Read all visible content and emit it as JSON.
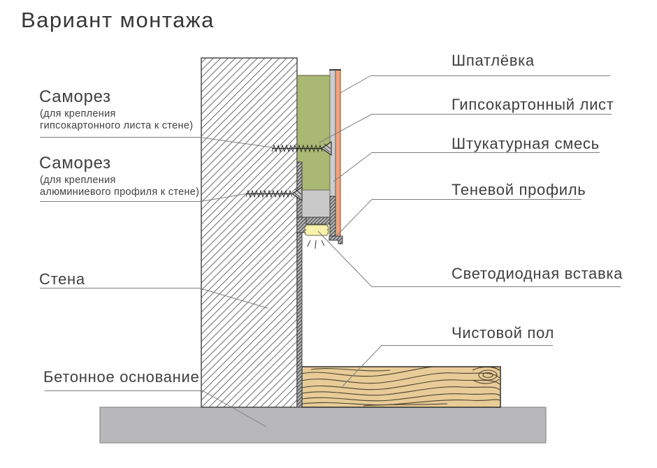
{
  "title": "Вариант монтажа",
  "colors": {
    "drywall_green": "#a9b873",
    "plaster_gray": "#cdcdcd",
    "putty_orange": "#f2a47e",
    "profile_gray": "#c9c9c9",
    "led_yellow": "#f9f2ac",
    "wood_tan": "#e8cc98",
    "concrete_gray": "#b8b8ba",
    "leader_line": "#7d7d7d",
    "text": "#3f3f3f"
  },
  "annotations": {
    "left": [
      {
        "label": "Саморез",
        "note_lines": [
          "(для крепления",
          "гипсокартонного листа к стене)"
        ]
      },
      {
        "label": "Саморез",
        "note_lines": [
          "(для крепления",
          "алюминиевого профиля к стене)"
        ]
      },
      {
        "label": "Стена",
        "note_lines": []
      },
      {
        "label": "Бетонное основание",
        "note_lines": []
      }
    ],
    "right": [
      {
        "label": "Шпатлёвка"
      },
      {
        "label": "Гипсокартонный лист"
      },
      {
        "label": "Штукатурная смесь"
      },
      {
        "label": "Теневой профиль"
      },
      {
        "label": "Светодиодная вставка"
      },
      {
        "label": "Чистовой пол"
      }
    ]
  }
}
